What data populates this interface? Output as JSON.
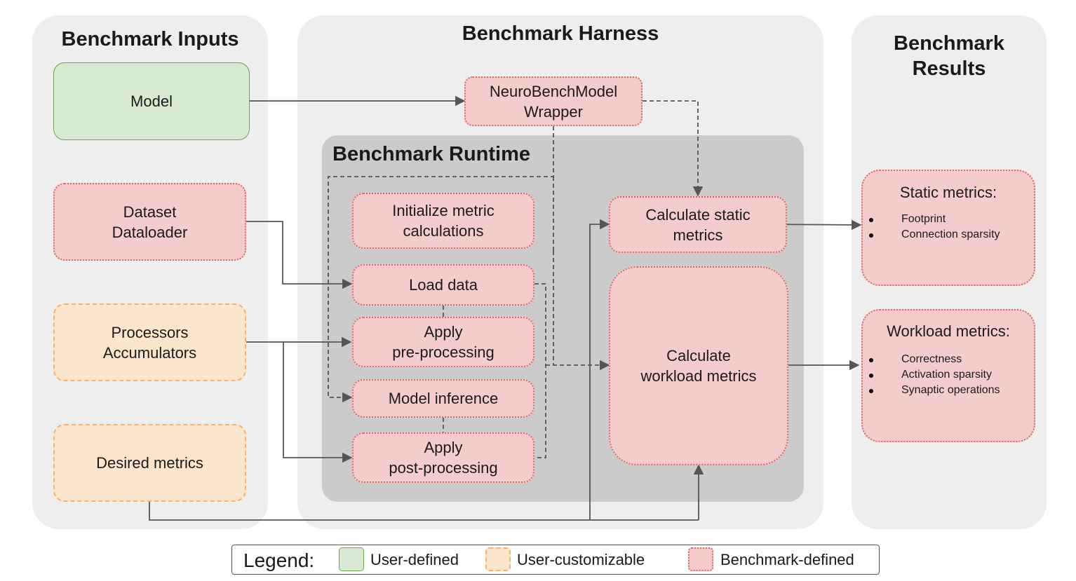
{
  "inputs": {
    "title": "Benchmark Inputs",
    "model": "Model",
    "dataset": "Dataset\nDataloader",
    "processors": "Processors\nAccumulators",
    "metrics": "Desired metrics"
  },
  "harness": {
    "title": "Benchmark Harness",
    "wrapper": "NeuroBenchModel\nWrapper",
    "runtime_title": "Benchmark Runtime",
    "steps": {
      "init": "Initialize metric\ncalculations",
      "load": "Load data",
      "pre": "Apply\npre-processing",
      "infer": "Model inference",
      "post": "Apply\npost-processing"
    },
    "static_calc": "Calculate static\nmetrics",
    "workload_calc": "Calculate\nworkload metrics"
  },
  "results": {
    "title": "Benchmark\nResults",
    "static": {
      "title": "Static metrics:",
      "items": [
        "Footprint",
        "Connection sparsity"
      ]
    },
    "workload": {
      "title": "Workload metrics:",
      "items": [
        "Correctness",
        "Activation sparsity",
        "Synaptic operations"
      ]
    }
  },
  "legend": {
    "title": "Legend:",
    "user_defined": "User-defined",
    "user_customizable": "User-customizable",
    "benchmark_defined": "Benchmark-defined"
  },
  "colors": {
    "user_defined_fill": "#d9ead3",
    "user_defined_border": "#6aa84f",
    "user_customizable_fill": "#fce5cd",
    "user_customizable_border": "#f6b26b",
    "benchmark_defined_fill": "#f4cccc",
    "benchmark_defined_border": "#e06666",
    "panel": "#eeeeee",
    "runtime": "#cbcbcb"
  }
}
